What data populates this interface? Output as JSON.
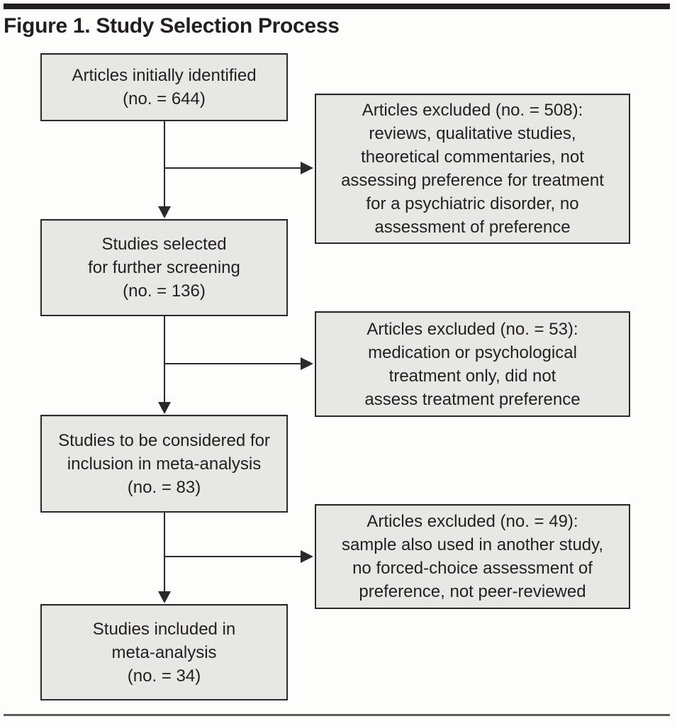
{
  "figure": {
    "title": "Figure 1. Study Selection Process"
  },
  "colors": {
    "box_fill": "#e7e7e6",
    "box_border": "#2b2a29",
    "text": "#231f20",
    "connector": "#2b2a29",
    "top_bar": "#231f20",
    "bottom_rule": "#5c5d5f"
  },
  "flowchart": {
    "main_boxes": [
      {
        "count": 644,
        "lines": [
          "Articles initially identified",
          "(no. = 644)"
        ]
      },
      {
        "count": 136,
        "lines": [
          "Studies selected",
          "for further screening",
          "(no. = 136)"
        ]
      },
      {
        "count": 83,
        "lines": [
          "Studies to be considered for",
          "inclusion in meta-analysis",
          "(no. = 83)"
        ]
      },
      {
        "count": 34,
        "lines": [
          "Studies included in",
          "meta-analysis",
          "(no. = 34)"
        ]
      }
    ],
    "exclusion_boxes": [
      {
        "count": 508,
        "lines": [
          "Articles excluded (no. = 508):",
          "reviews, qualitative studies,",
          "theoretical commentaries, not",
          "assessing preference for treatment",
          "for a psychiatric disorder, no",
          "assessment of preference"
        ]
      },
      {
        "count": 53,
        "lines": [
          "Articles excluded (no. = 53):",
          "medication or psychological",
          "treatment only, did not",
          "assess treatment preference"
        ]
      },
      {
        "count": 49,
        "lines": [
          "Articles excluded (no. = 49):",
          "sample also used in another study,",
          "no forced-choice assessment of",
          "preference, not peer-reviewed"
        ]
      }
    ]
  }
}
